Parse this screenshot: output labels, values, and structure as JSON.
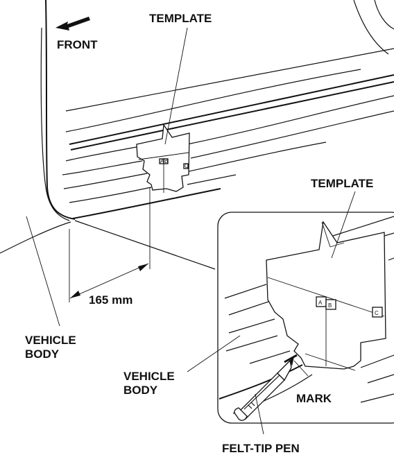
{
  "labels": {
    "front": "FRONT",
    "template_top": "TEMPLATE",
    "template_detail": "TEMPLATE",
    "dimension": "165 mm",
    "vehicle_body_1_line1": "VEHICLE",
    "vehicle_body_1_line2": "BODY",
    "vehicle_body_2_line1": "VEHICLE",
    "vehicle_body_2_line2": "BODY",
    "mark": "MARK",
    "felt_tip_pen": "FELT-TIP PEN"
  },
  "template_marks": {
    "a": "A",
    "b": "B",
    "c": "C"
  },
  "icons": {
    "front_arrow": "arrow-left-down-icon"
  }
}
